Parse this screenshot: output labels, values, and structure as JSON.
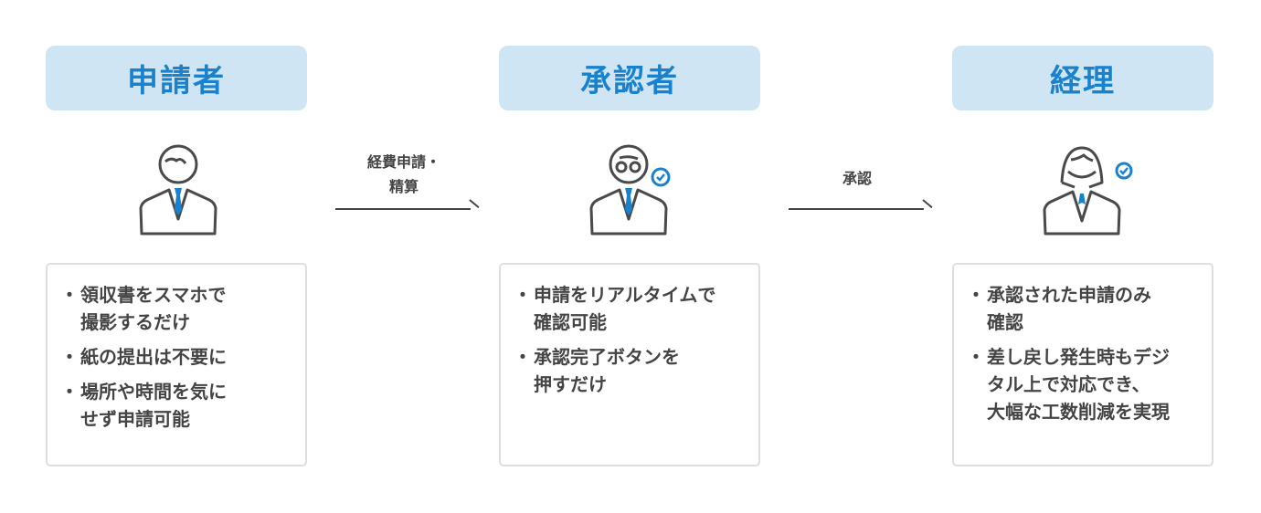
{
  "colors": {
    "header_bg": "#cfe5f3",
    "header_text": "#1a82cc",
    "accent": "#1a82cc",
    "text": "#444444",
    "border": "#dedede"
  },
  "columns": [
    {
      "title": "申請者",
      "icon": "businessman-icon",
      "items": [
        "領収書をスマホで\n撮影するだけ",
        "紙の提出は不要に",
        "場所や時間を気に\nせず申請可能"
      ]
    },
    {
      "title": "承認者",
      "icon": "businessman-glasses-check-icon",
      "items": [
        "申請をリアルタイムで\n確認可能",
        "承認完了ボタンを\n押すだけ"
      ]
    },
    {
      "title": "経理",
      "icon": "businesswoman-check-icon",
      "items": [
        "承認された申請のみ\n確認",
        "差し戻し発生時もデジ\nタル上で対応でき、\n大幅な工数削減を実現"
      ]
    }
  ],
  "arrows": [
    {
      "label": "経費申請・\n精算"
    },
    {
      "label": "承認"
    }
  ]
}
